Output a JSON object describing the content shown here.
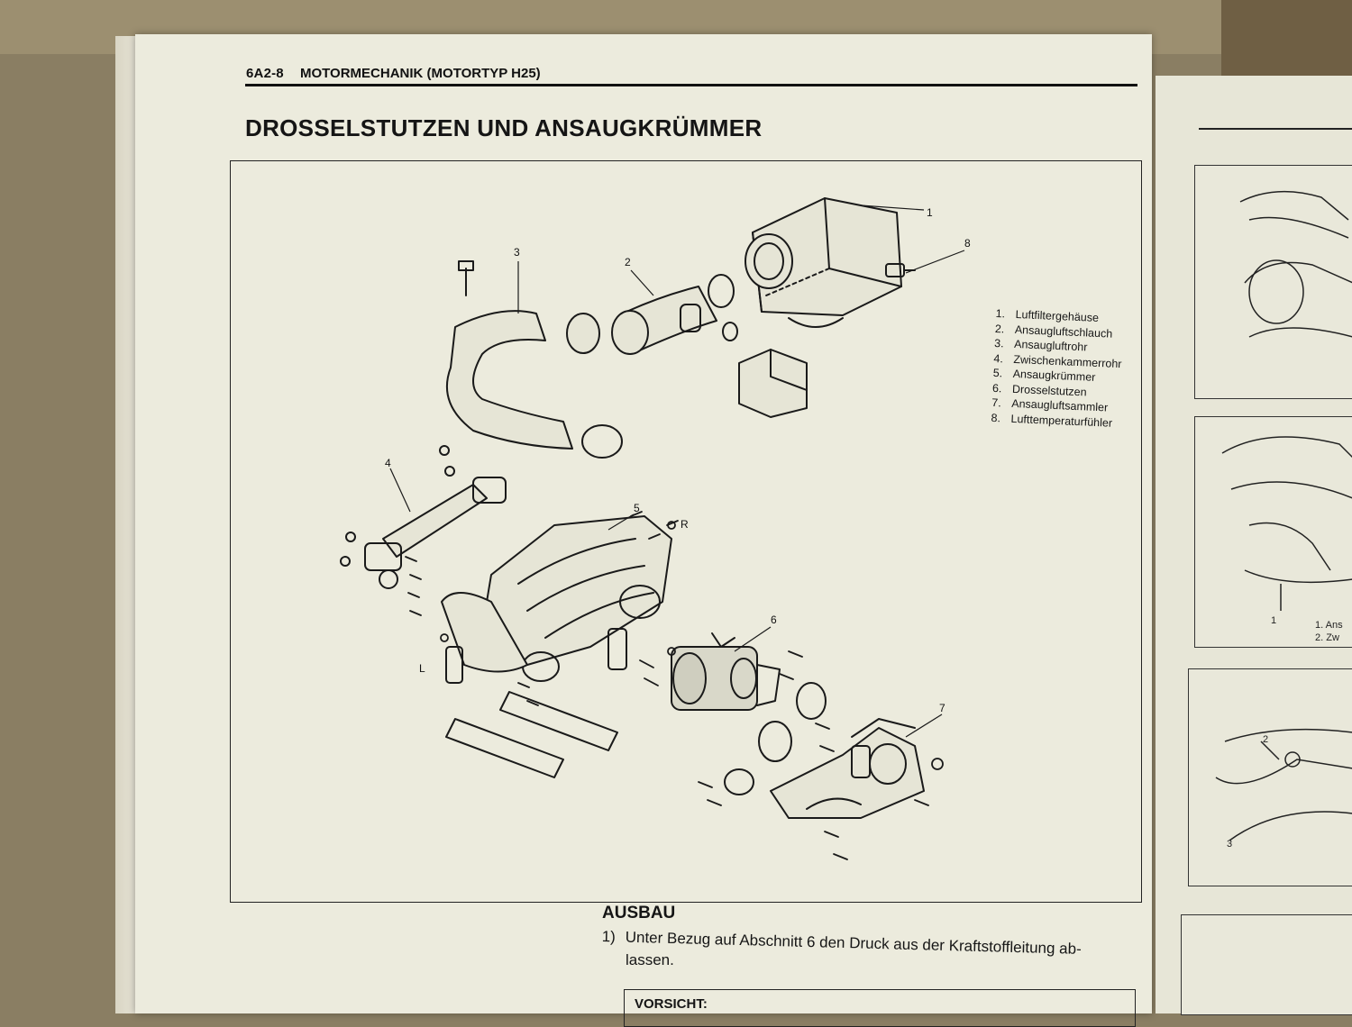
{
  "header": {
    "code": "6A2-8",
    "title": "MOTORMECHANIK (MOTORTYP H25)"
  },
  "section": {
    "title": "DROSSELSTUTZEN UND ANSAUGKRÜMMER"
  },
  "figure": {
    "callouts": [
      "1",
      "2",
      "3",
      "4",
      "5",
      "6",
      "7",
      "8"
    ],
    "side_labels": [
      "R",
      "L"
    ],
    "legend": [
      {
        "num": "1.",
        "label": "Luftfiltergehäuse"
      },
      {
        "num": "2.",
        "label": "Ansaugluftschlauch"
      },
      {
        "num": "3.",
        "label": "Ansaugluftrohr"
      },
      {
        "num": "4.",
        "label": "Zwischenkammerrohr"
      },
      {
        "num": "5.",
        "label": "Ansaugkrümmer"
      },
      {
        "num": "6.",
        "label": "Drosselstutzen"
      },
      {
        "num": "7.",
        "label": "Ansaugluftsammler"
      },
      {
        "num": "8.",
        "label": "Lufttemperaturfühler"
      }
    ]
  },
  "body": {
    "subheading": "AUSBAU",
    "step1_num": "1)",
    "step1_text": "Unter Bezug auf Abschnitt 6 den Druck aus der Kraftstoffleitung ab-",
    "step1_text_cont": "lassen.",
    "caution": "VORSICHT:"
  },
  "right_page": {
    "fig2_labels": [
      "1",
      "1. Ans",
      "2. Zw"
    ],
    "fig3_labels": [
      "2",
      "3"
    ]
  }
}
